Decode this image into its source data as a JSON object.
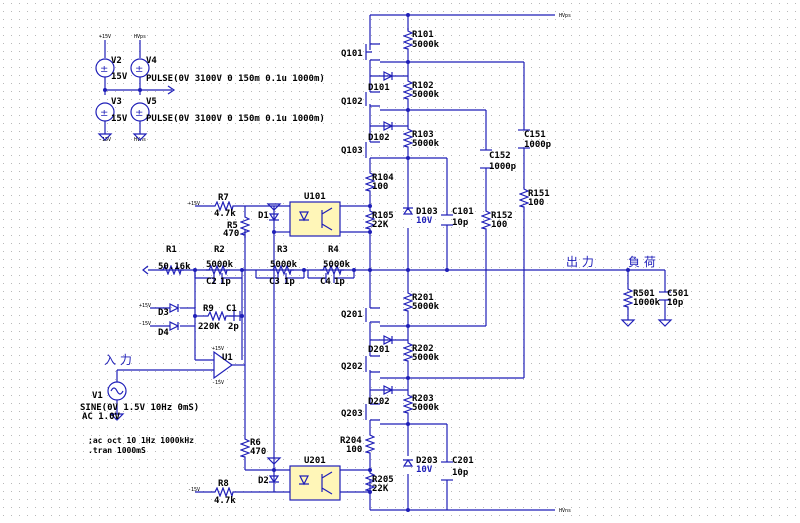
{
  "sources": {
    "v2": {
      "name": "V2",
      "value": "15V"
    },
    "v3": {
      "name": "V3",
      "value": "15V"
    },
    "v4": {
      "name": "V4",
      "value": "PULSE(0V 3100V 0 150m 0.1u 1000m)"
    },
    "v5": {
      "name": "V5",
      "value": "PULSE(0V 3100V 0 150m 0.1u 1000m)"
    },
    "v1": {
      "name": "V1",
      "value": "SINE(0V 1.5V 10Hz 0mS)",
      "ac": "AC 1.0V"
    }
  },
  "nets": {
    "plus15": "+15V",
    "minus15": "-15V",
    "hvps": "HVps",
    "hvns": "HVns",
    "input_label": "入 力",
    "output_label": "出 力",
    "load_label": "負 荷"
  },
  "transistors": [
    "Q101",
    "Q102",
    "Q103",
    "Q201",
    "Q202",
    "Q203"
  ],
  "resistors": {
    "r1": {
      "name": "R1",
      "value": "50.16k"
    },
    "r2": {
      "name": "R2",
      "value": "5000k"
    },
    "r3": {
      "name": "R3",
      "value": "5000k"
    },
    "r4": {
      "name": "R4",
      "value": "5000k"
    },
    "r5": {
      "name": "R5",
      "value": "470"
    },
    "r6": {
      "name": "R6",
      "value": "470"
    },
    "r7": {
      "name": "R7",
      "value": "4.7k"
    },
    "r8": {
      "name": "R8",
      "value": "4.7k"
    },
    "r9": {
      "name": "R9",
      "value": "220K"
    },
    "r101": {
      "name": "R101",
      "value": "5000k"
    },
    "r102": {
      "name": "R102",
      "value": "5000k"
    },
    "r103": {
      "name": "R103",
      "value": "5000k"
    },
    "r104": {
      "name": "R104",
      "value": "100"
    },
    "r105": {
      "name": "R105",
      "value": "22K"
    },
    "r151": {
      "name": "R151",
      "value": "100"
    },
    "r152": {
      "name": "R152",
      "value": "100"
    },
    "r201": {
      "name": "R201",
      "value": "5000k"
    },
    "r202": {
      "name": "R202",
      "value": "5000k"
    },
    "r203": {
      "name": "R203",
      "value": "5000k"
    },
    "r204": {
      "name": "R204",
      "value": "100"
    },
    "r205": {
      "name": "R205",
      "value": "22K"
    },
    "r501": {
      "name": "R501",
      "value": "1000k"
    }
  },
  "capacitors": {
    "c1": {
      "name": "C1",
      "value": "2p"
    },
    "c2": {
      "name": "C2",
      "value": "1p"
    },
    "c3": {
      "name": "C3",
      "value": "1p"
    },
    "c4": {
      "name": "C4",
      "value": "1p"
    },
    "c101": {
      "name": "C101",
      "value": "10p"
    },
    "c151": {
      "name": "C151",
      "value": "1000p"
    },
    "c152": {
      "name": "C152",
      "value": "1000p"
    },
    "c201": {
      "name": "C201",
      "value": "10p"
    },
    "c501": {
      "name": "C501",
      "value": "10p"
    }
  },
  "diodes": {
    "d1": "D1",
    "d2": "D2",
    "d3": "D3",
    "d4": "D4",
    "d101": "D101",
    "d102": "D102",
    "d201": "D201",
    "d202": "D202",
    "d103": {
      "name": "D103",
      "value": "10V"
    },
    "d203": {
      "name": "D203",
      "value": "10V"
    }
  },
  "ics": {
    "u1": "U1",
    "u101": "U101",
    "u201": "U201"
  },
  "directives": {
    "ac": ";ac oct 10 1Hz 1000kHz",
    "tran": ".tran 1000mS"
  }
}
